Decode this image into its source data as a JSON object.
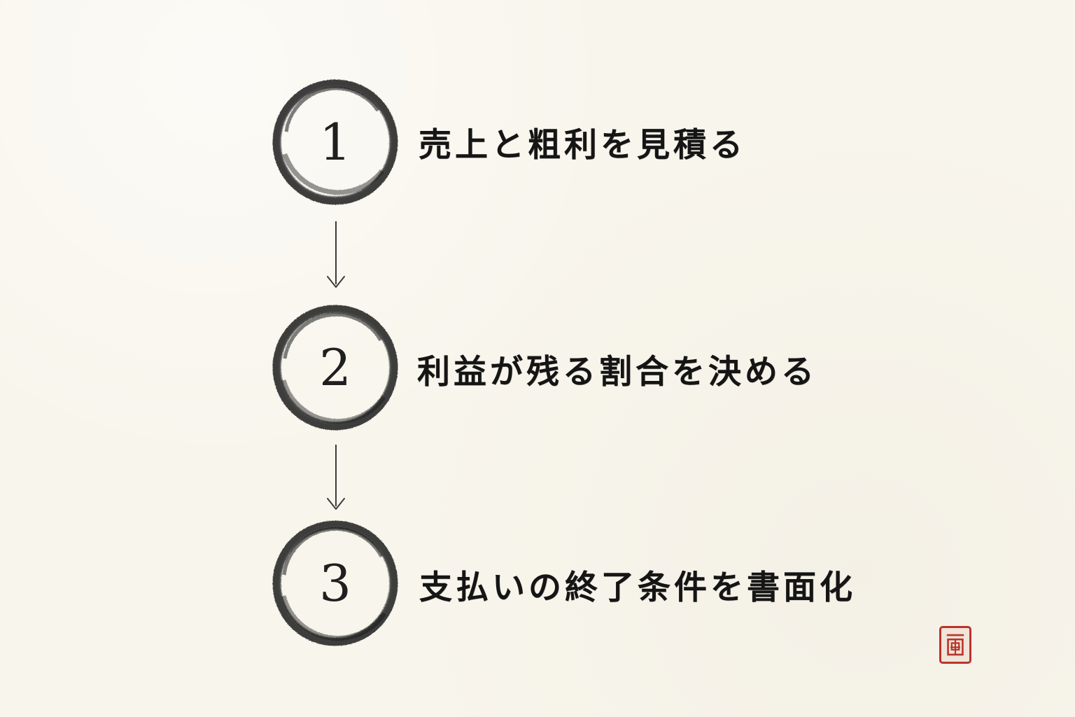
{
  "steps": [
    {
      "number": "1",
      "label": "売上と粗利を見積る"
    },
    {
      "number": "2",
      "label": "利益が残る割合を決める"
    },
    {
      "number": "3",
      "label": "支払いの終了条件を書面化"
    }
  ],
  "colors": {
    "background": "#f8f5ec",
    "ink": "#1f1f1f",
    "seal": "#b9342c"
  },
  "icons": {
    "seal": "red-hanko-seal-icon",
    "arrow": "down-arrow-icon",
    "circle": "enso-brush-circle-icon"
  }
}
